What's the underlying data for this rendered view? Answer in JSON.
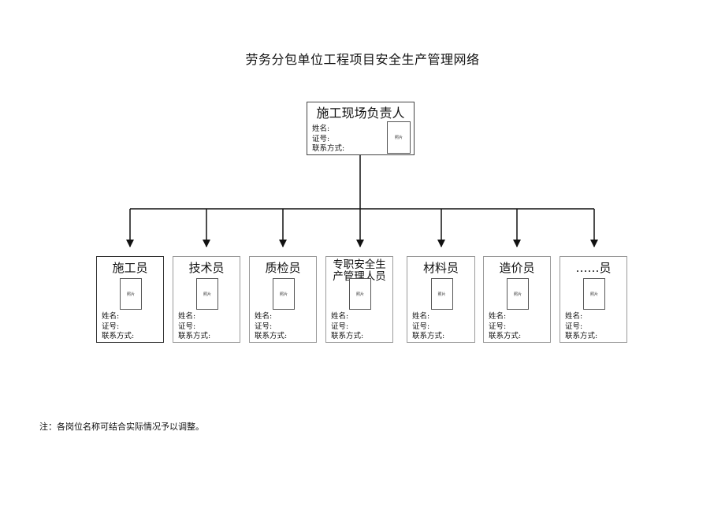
{
  "title": "劳务分包单位工程项目安全生产管理网络",
  "photo_label": "照片",
  "fields": {
    "name": "姓名:",
    "cert": "证号:",
    "contact": "联系方式:"
  },
  "top": {
    "title": "施工现场负责人"
  },
  "roles": [
    {
      "title": "施工员"
    },
    {
      "title": "技术员"
    },
    {
      "title": "质检员"
    },
    {
      "title": "专职安全生\n产管理人员"
    },
    {
      "title": "材料员"
    },
    {
      "title": "造价员"
    },
    {
      "title": "……员"
    }
  ],
  "note": "注：各岗位名称可结合实际情况予以调整。",
  "colors": {
    "line": "#111111",
    "box_border": "#9a9a9a"
  }
}
